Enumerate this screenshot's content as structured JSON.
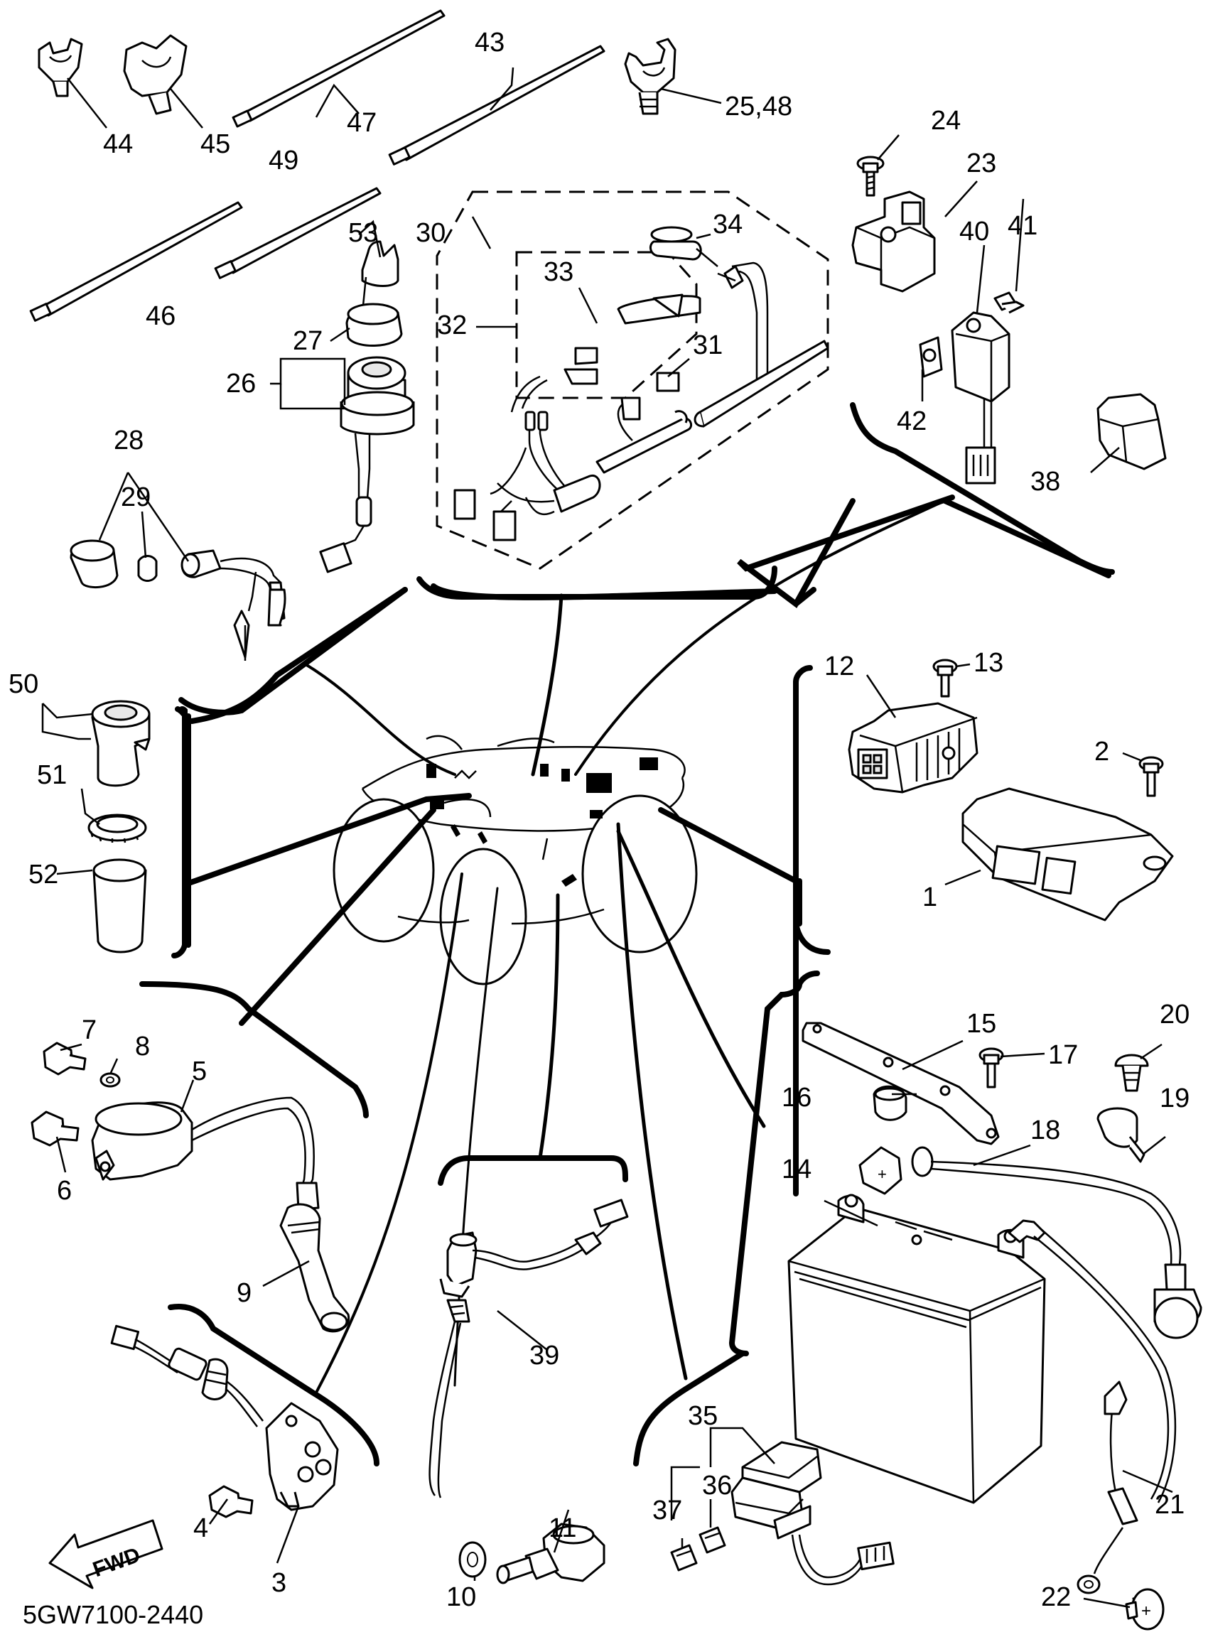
{
  "diagram": {
    "drawing_code": "5GW7100-2440",
    "fwd_label": "FWD",
    "callouts": {
      "c1": "1",
      "c2": "2",
      "c3": "3",
      "c4": "4",
      "c5": "5",
      "c6": "6",
      "c7": "7",
      "c8": "8",
      "c9": "9",
      "c10": "10",
      "c11": "11",
      "c12": "12",
      "c13": "13",
      "c14": "14",
      "c15": "15",
      "c16": "16",
      "c17": "17",
      "c18": "18",
      "c19": "19",
      "c20": "20",
      "c21": "21",
      "c22": "22",
      "c23": "23",
      "c24": "24",
      "c25_48": "25,48",
      "c26": "26",
      "c27": "27",
      "c28": "28",
      "c29": "29",
      "c30": "30",
      "c31": "31",
      "c32": "32",
      "c33": "33",
      "c34": "34",
      "c35": "35",
      "c36": "36",
      "c37": "37",
      "c38": "38",
      "c39": "39",
      "c40": "40",
      "c41": "41",
      "c42": "42",
      "c43": "43",
      "c44": "44",
      "c45": "45",
      "c46": "46",
      "c47": "47",
      "c49": "49",
      "c50": "50",
      "c51": "51",
      "c52": "52",
      "c53": "53"
    }
  }
}
